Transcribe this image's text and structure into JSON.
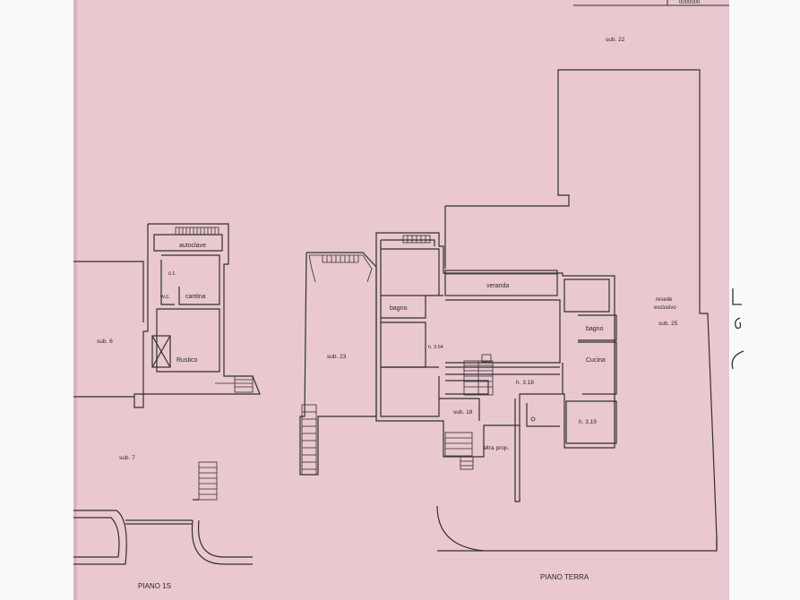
{
  "plan": {
    "paper_color": "#e9c8cf",
    "line_color": "#303030",
    "top_code": "0000000",
    "floor_labels": {
      "basement": "PIANO 1S",
      "ground": "PIANO TERRA"
    },
    "rooms": {
      "sub22": "sub. 22",
      "autoclave": "autoclave",
      "ct": "c.t.",
      "wc": "w.c.",
      "cantina": "cantina",
      "rustico": "Rustico",
      "sub6": "sub. 6",
      "sub7": "sub. 7",
      "sub23": "sub. 23",
      "veranda": "veranda",
      "bagno1": "bagno",
      "h364": "h. 3.64",
      "h318": "h. 3.18",
      "sub18": "sub. 18",
      "altra_prop": "altra prop.",
      "bagno2": "bagno",
      "cucina": "Cucina",
      "h319": "h. 3.19",
      "resede": "resede",
      "esclusivo": "esclusivo",
      "sub25": "sub. 25"
    }
  }
}
